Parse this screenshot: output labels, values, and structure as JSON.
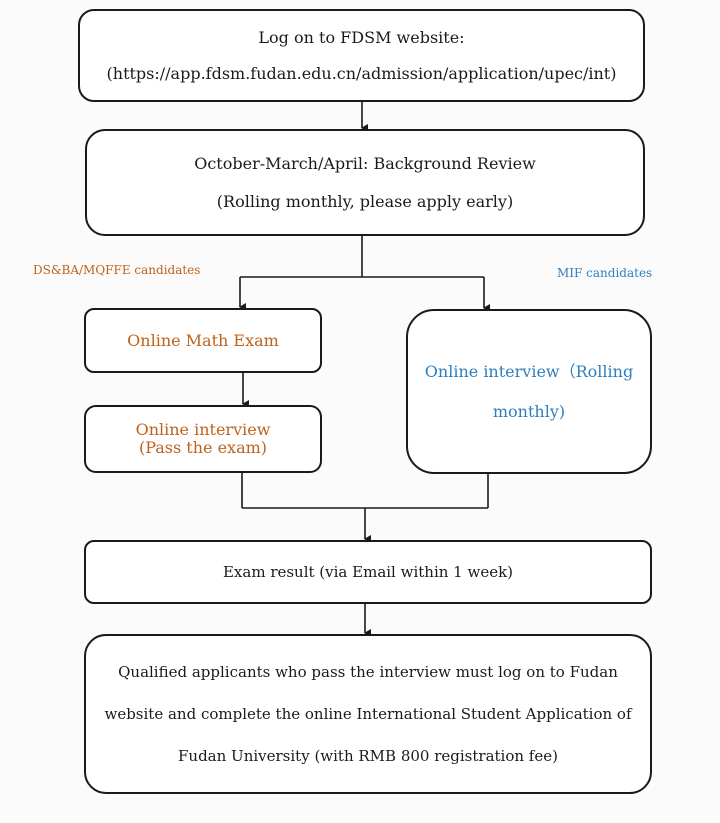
{
  "step1": {
    "line1": "Log on to FDSM website:",
    "line2": "(https://app.fdsm.fudan.edu.cn/admission/application/upec/int)"
  },
  "step2": {
    "line1": "October-March/April: Background Review",
    "line2": "(Rolling monthly, please apply early)"
  },
  "branch_left_label": "DS&BA/MQFFE candidates",
  "branch_right_label": "MIF candidates",
  "math_exam": "Online Math Exam",
  "interview_left": {
    "line1": "Online interview",
    "line2": "(Pass the exam)"
  },
  "interview_right": {
    "line1": "Online interview（Rolling",
    "line2": "monthly)"
  },
  "exam_result": "Exam result (via Email within 1 week)",
  "final_step": {
    "line1": "Qualified applicants who pass the interview must log on to Fudan",
    "line2": "website and complete the online International Student Application of",
    "line3": "Fudan University (with RMB 800 registration fee)"
  },
  "colors": {
    "line": "#1a1a1a",
    "orange": "#c0621a",
    "blue": "#2e7fbf"
  }
}
